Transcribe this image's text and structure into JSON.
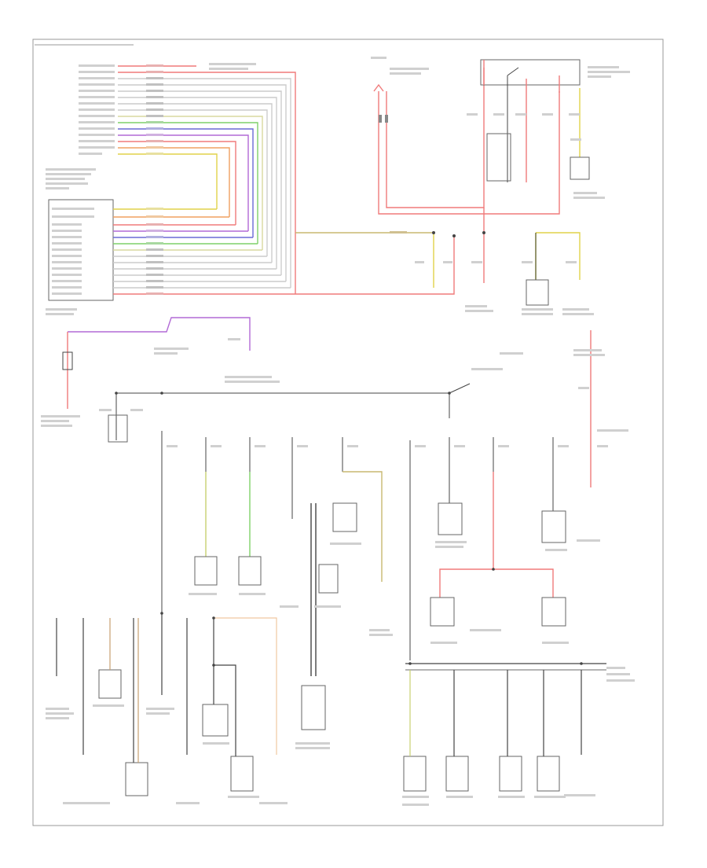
{
  "diagram": {
    "footer": "",
    "top_left_header": "",
    "connector_labels": {
      "fusebox_block": "",
      "left_block_lines": [
        "",
        "",
        "",
        "",
        "",
        "",
        "",
        "",
        "",
        "",
        "",
        "",
        ""
      ],
      "left_block_pins": [
        "",
        "",
        "",
        "",
        "",
        "",
        "",
        "",
        "",
        "",
        "",
        "",
        "",
        ""
      ],
      "wire_colors_top": [
        "",
        "",
        "",
        "",
        "",
        "",
        "",
        "",
        "",
        "",
        "",
        "",
        "",
        ""
      ]
    },
    "components": [
      {
        "id": "c1",
        "label": ""
      },
      {
        "id": "c2",
        "label": ""
      },
      {
        "id": "c3",
        "label": ""
      }
    ]
  },
  "colors": {
    "red": "#f07a7a",
    "yellow": "#e0d24a",
    "green": "#7fd16a",
    "purple": "#b26ad6",
    "blue": "#6a6ad6",
    "orange": "#f0a060",
    "grey": "#999999",
    "dark": "#444444",
    "frame": "#888888"
  }
}
